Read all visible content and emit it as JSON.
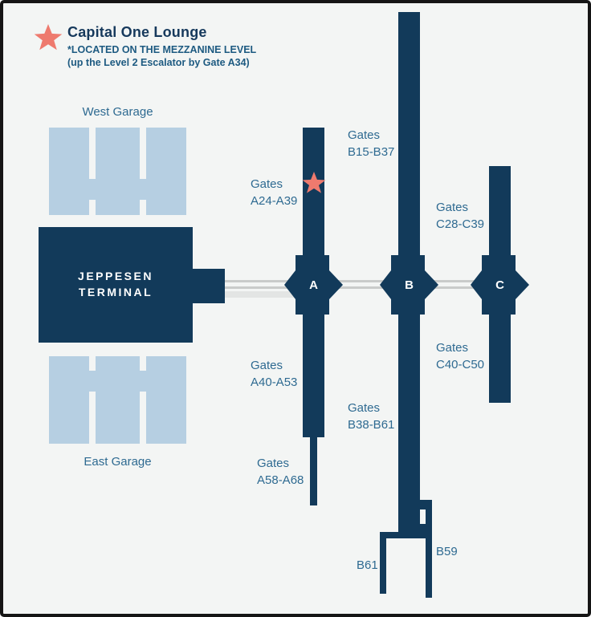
{
  "legend": {
    "title": "Capital One Lounge",
    "note": "*LOCATED ON THE MEZZANINE LEVEL\n(up the Level 2 Escalator by Gate A34)",
    "star_icon": "lounge-location-star"
  },
  "terminal": {
    "label": "JEPPESEN\nTERMINAL"
  },
  "garages": {
    "west": "West Garage",
    "east": "East Garage"
  },
  "nodes": {
    "a": "A",
    "b": "B",
    "c": "C"
  },
  "gates": {
    "a24_a39": "Gates\nA24-A39",
    "b15_b37": "Gates\nB15-B37",
    "c28_c39": "Gates\nC28-C39",
    "a40_a53": "Gates\nA40-A53",
    "c40_c50": "Gates\nC40-C50",
    "b38_b61": "Gates\nB38-B61",
    "a58_a68": "Gates\nA58-A68",
    "b61": "B61",
    "b59": "B59"
  },
  "colors": {
    "navy": "#123a5a",
    "garage_light_blue": "#b6cfe2",
    "star_coral": "#ee7a6e",
    "label_blue": "#2e6a91",
    "note_blue": "#1d5a81",
    "track_gray": "#c9cbca",
    "track_light": "#e3e5e4",
    "background": "#f3f5f4",
    "frame": "#151515"
  }
}
